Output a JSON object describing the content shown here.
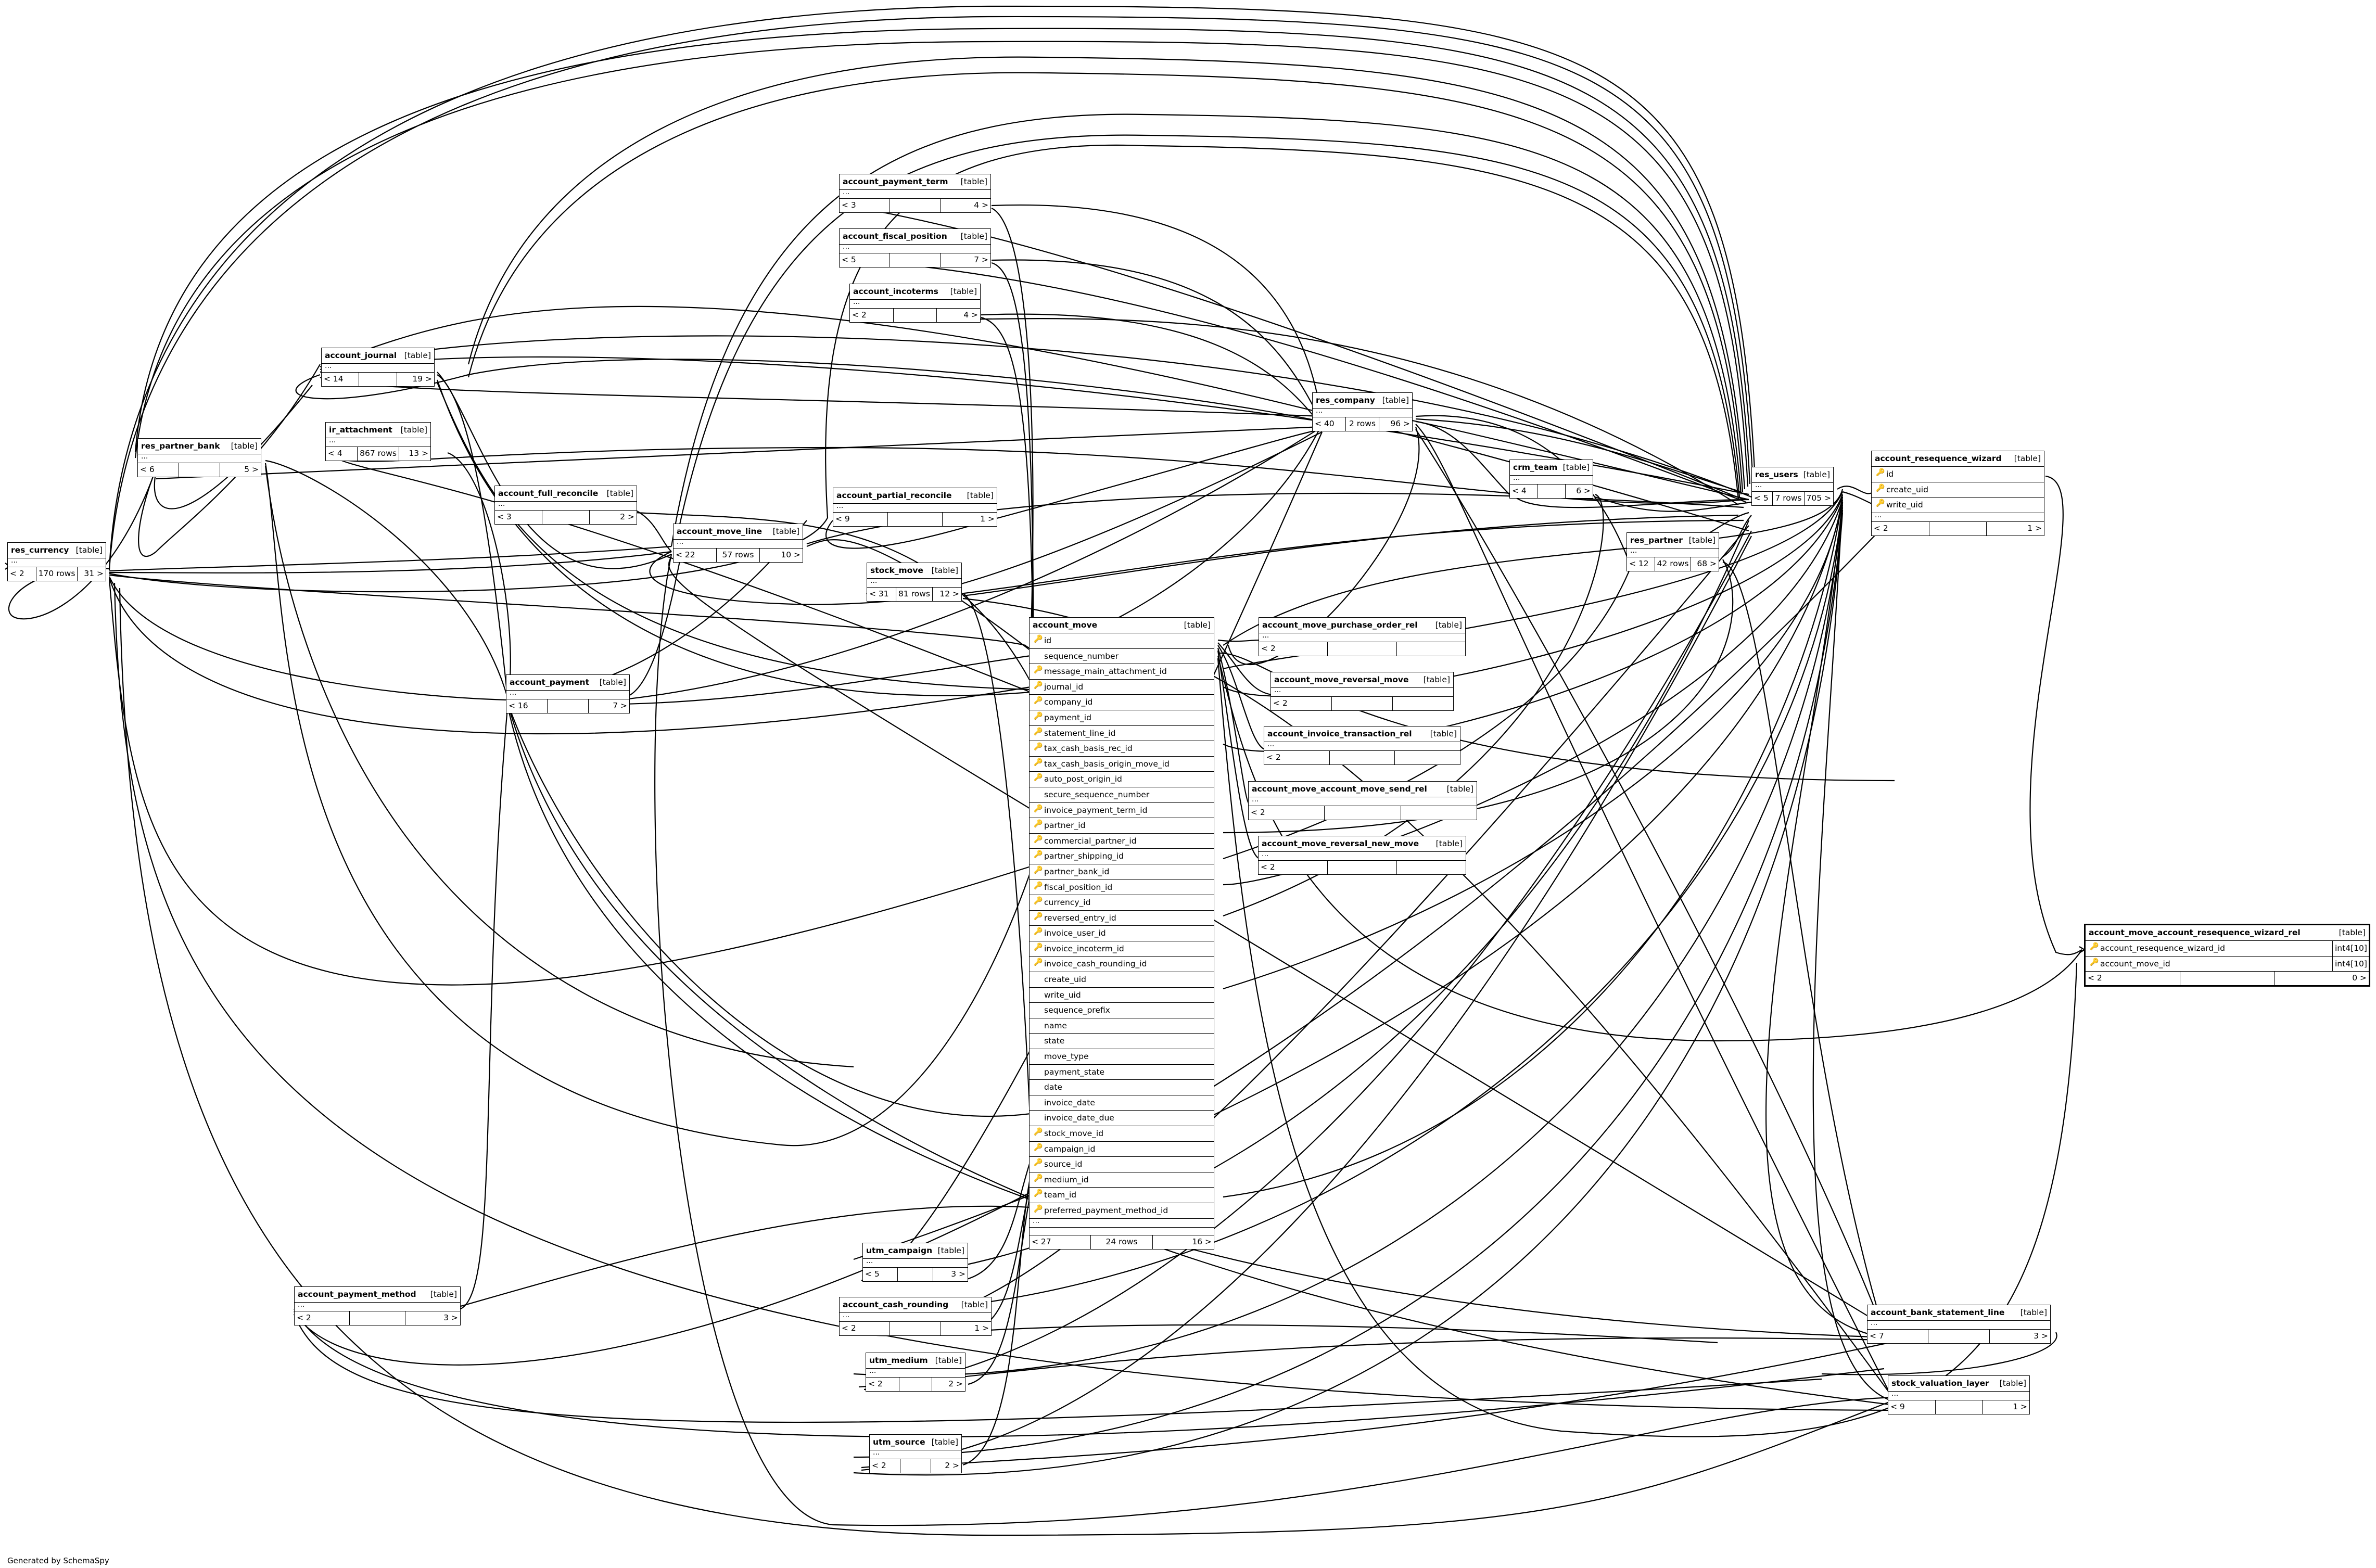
{
  "generated_by": "Generated by SchemaSpy",
  "tables": {
    "res_currency": {
      "name": "res_currency",
      "type": "[table]",
      "parents": "< 2",
      "rows": "170 rows",
      "children": "31 >"
    },
    "res_partner_bank": {
      "name": "res_partner_bank",
      "type": "[table]",
      "parents": "< 6",
      "rows": "",
      "children": "5 >"
    },
    "account_journal": {
      "name": "account_journal",
      "type": "[table]",
      "parents": "< 14",
      "rows": "",
      "children": "19 >"
    },
    "ir_attachment": {
      "name": "ir_attachment",
      "type": "[table]",
      "parents": "< 4",
      "rows": "867 rows",
      "children": "13 >"
    },
    "account_full_reconcile": {
      "name": "account_full_reconcile",
      "type": "[table]",
      "parents": "< 3",
      "rows": "",
      "children": "2 >"
    },
    "account_move_line": {
      "name": "account_move_line",
      "type": "[table]",
      "parents": "< 22",
      "rows": "57 rows",
      "children": "10 >"
    },
    "account_payment": {
      "name": "account_payment",
      "type": "[table]",
      "parents": "< 16",
      "rows": "",
      "children": "7 >"
    },
    "account_payment_method": {
      "name": "account_payment_method",
      "type": "[table]",
      "parents": "< 2",
      "rows": "",
      "children": "3 >"
    },
    "account_payment_term": {
      "name": "account_payment_term",
      "type": "[table]",
      "parents": "< 3",
      "rows": "",
      "children": "4 >"
    },
    "account_fiscal_position": {
      "name": "account_fiscal_position",
      "type": "[table]",
      "parents": "< 5",
      "rows": "",
      "children": "7 >"
    },
    "account_incoterms": {
      "name": "account_incoterms",
      "type": "[table]",
      "parents": "< 2",
      "rows": "",
      "children": "4 >"
    },
    "account_partial_reconcile": {
      "name": "account_partial_reconcile",
      "type": "[table]",
      "parents": "< 9",
      "rows": "",
      "children": "1 >"
    },
    "stock_move": {
      "name": "stock_move",
      "type": "[table]",
      "parents": "< 31",
      "rows": "81 rows",
      "children": "12 >"
    },
    "utm_campaign": {
      "name": "utm_campaign",
      "type": "[table]",
      "parents": "< 5",
      "rows": "",
      "children": "3 >"
    },
    "account_cash_rounding": {
      "name": "account_cash_rounding",
      "type": "[table]",
      "parents": "< 2",
      "rows": "",
      "children": "1 >"
    },
    "utm_medium": {
      "name": "utm_medium",
      "type": "[table]",
      "parents": "< 2",
      "rows": "",
      "children": "2 >"
    },
    "utm_source": {
      "name": "utm_source",
      "type": "[table]",
      "parents": "< 2",
      "rows": "",
      "children": "2 >"
    },
    "res_company": {
      "name": "res_company",
      "type": "[table]",
      "parents": "< 40",
      "rows": "2 rows",
      "children": "96 >"
    },
    "crm_team": {
      "name": "crm_team",
      "type": "[table]",
      "parents": "< 4",
      "rows": "",
      "children": "6 >"
    },
    "res_partner": {
      "name": "res_partner",
      "type": "[table]",
      "parents": "< 12",
      "rows": "42 rows",
      "children": "68 >"
    },
    "res_users": {
      "name": "res_users",
      "type": "[table]",
      "parents": "< 5",
      "rows": "7 rows",
      "children": "705 >"
    },
    "account_move_purchase_order_rel": {
      "name": "account_move_purchase_order_rel",
      "type": "[table]",
      "parents": "< 2",
      "rows": "",
      "children": ""
    },
    "account_move_reversal_move": {
      "name": "account_move_reversal_move",
      "type": "[table]",
      "parents": "< 2",
      "rows": "",
      "children": ""
    },
    "account_invoice_transaction_rel": {
      "name": "account_invoice_transaction_rel",
      "type": "[table]",
      "parents": "< 2",
      "rows": "",
      "children": ""
    },
    "account_move_account_move_send_rel": {
      "name": "account_move_account_move_send_rel",
      "type": "[table]",
      "parents": "< 2",
      "rows": "",
      "children": ""
    },
    "account_move_reversal_new_move": {
      "name": "account_move_reversal_new_move",
      "type": "[table]",
      "parents": "< 2",
      "rows": "",
      "children": ""
    },
    "account_bank_statement_line": {
      "name": "account_bank_statement_line",
      "type": "[table]",
      "parents": "< 7",
      "rows": "",
      "children": "3 >"
    },
    "stock_valuation_layer": {
      "name": "stock_valuation_layer",
      "type": "[table]",
      "parents": "< 9",
      "rows": "",
      "children": "1 >"
    }
  },
  "account_move": {
    "name": "account_move",
    "type": "[table]",
    "columns": [
      "id",
      "sequence_number",
      "message_main_attachment_id",
      "journal_id",
      "company_id",
      "payment_id",
      "statement_line_id",
      "tax_cash_basis_rec_id",
      "tax_cash_basis_origin_move_id",
      "auto_post_origin_id",
      "secure_sequence_number",
      "invoice_payment_term_id",
      "partner_id",
      "commercial_partner_id",
      "partner_shipping_id",
      "partner_bank_id",
      "fiscal_position_id",
      "currency_id",
      "reversed_entry_id",
      "invoice_user_id",
      "invoice_incoterm_id",
      "invoice_cash_rounding_id",
      "create_uid",
      "write_uid",
      "sequence_prefix",
      "name",
      "state",
      "move_type",
      "payment_state",
      "date",
      "invoice_date",
      "invoice_date_due",
      "stock_move_id",
      "campaign_id",
      "source_id",
      "medium_id",
      "team_id",
      "preferred_payment_method_id"
    ],
    "ellipsis": "...",
    "parents": "< 27",
    "rows": "24 rows",
    "children": "16 >"
  },
  "account_resequence_wizard": {
    "name": "account_resequence_wizard",
    "type": "[table]",
    "columns": [
      "id",
      "create_uid",
      "write_uid"
    ],
    "ellipsis": "...",
    "parents": "< 2",
    "rows": "",
    "children": "1 >"
  },
  "wizard_rel": {
    "name": "account_move_account_resequence_wizard_rel",
    "type": "[table]",
    "columns": [
      {
        "name": "account_resequence_wizard_id",
        "type": "int4[10]"
      },
      {
        "name": "account_move_id",
        "type": "int4[10]"
      }
    ],
    "parents": "< 2",
    "rows": "",
    "children": "0 >"
  },
  "colors": {
    "line": "#000000",
    "pk_key": "#a8a800",
    "fk_key": "#9a9a9a",
    "background": "#ffffff"
  }
}
